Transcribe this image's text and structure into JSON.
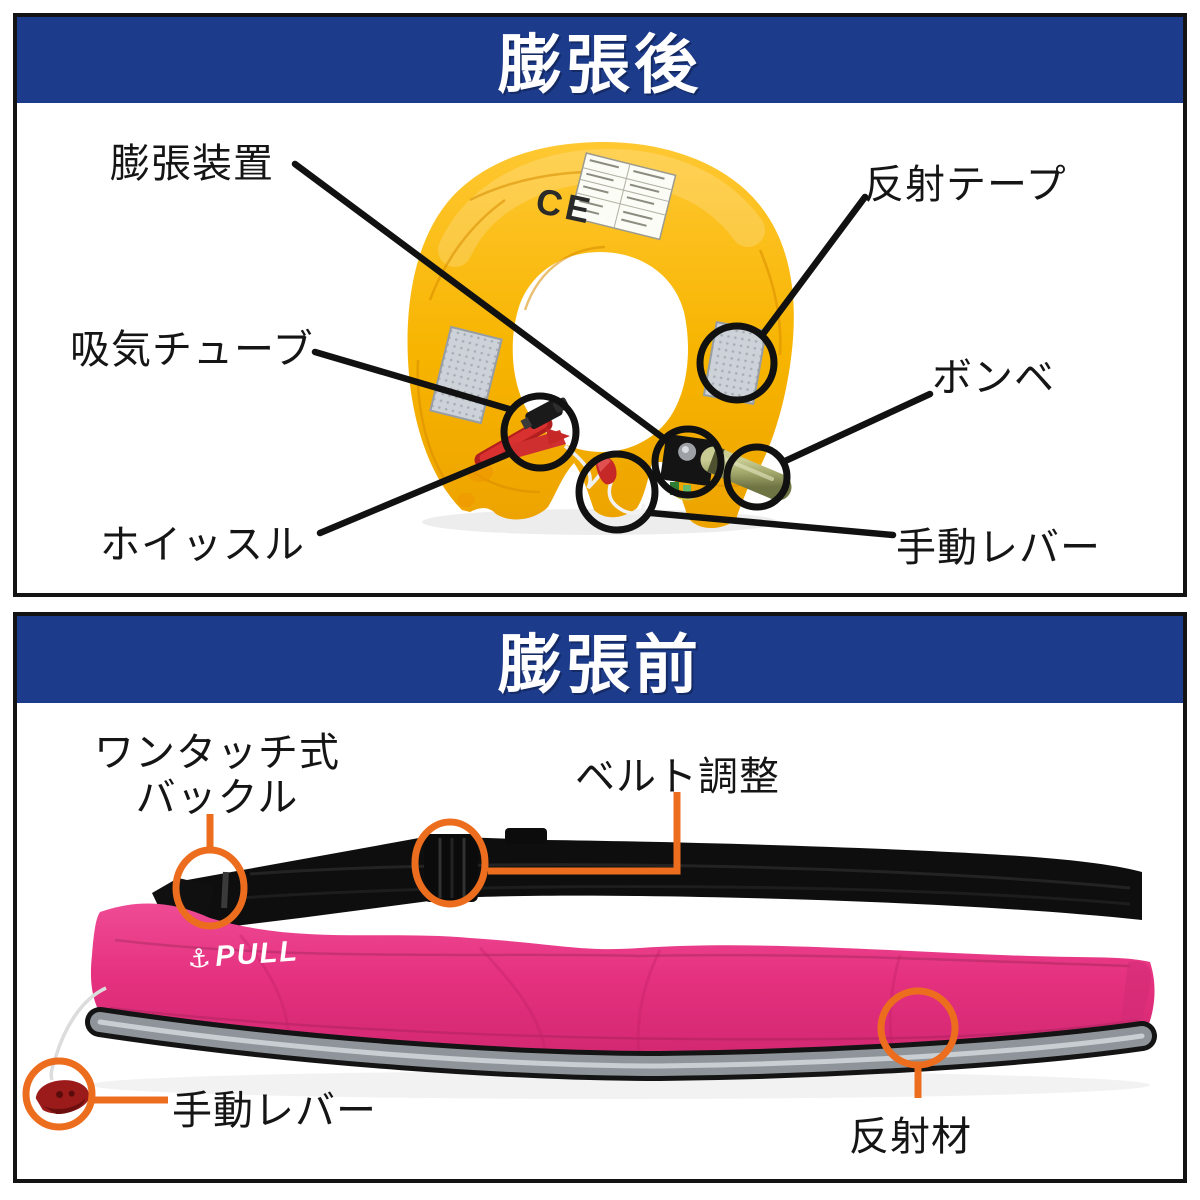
{
  "colors": {
    "header_blue": "#1d3b8b",
    "annotation_black": "#111111",
    "annotation_orange": "#ed6d1e",
    "ring_yellow": "#f7b400",
    "vest_pink": "#e5317f",
    "belt_black": "#0e0e0e",
    "reflective_gray": "#8e9499",
    "lever_red": "#9b1b1b"
  },
  "panel_after": {
    "title": "膨張後",
    "labels": {
      "inflator": "膨張装置",
      "reflective_tape": "反射テープ",
      "intake_tube": "吸気チューブ",
      "gas_cylinder": "ボンベ",
      "whistle": "ホイッスル",
      "manual_lever": "手動レバー"
    },
    "ce_mark": "CE"
  },
  "panel_before": {
    "title": "膨張前",
    "labels": {
      "one_touch_buckle_line1": "ワンタッチ式",
      "one_touch_buckle_line2": "バックル",
      "belt_adjust": "ベルト調整",
      "manual_lever": "手動レバー",
      "reflective_material": "反射材"
    },
    "vest_logo": "PULL",
    "logo_anchor": "⚓"
  }
}
